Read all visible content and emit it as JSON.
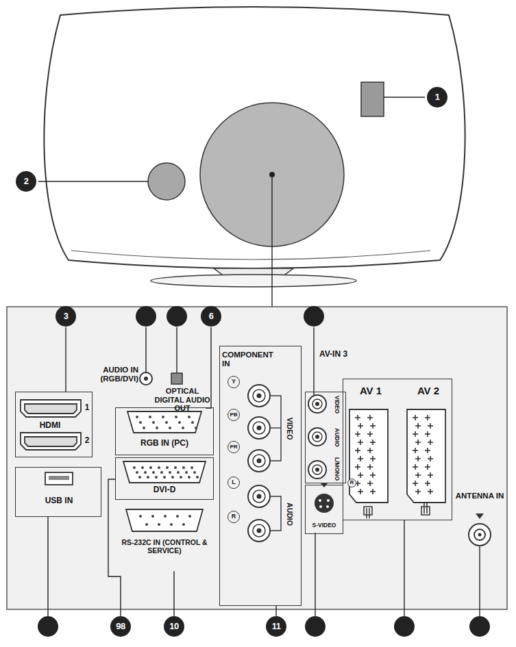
{
  "diagram": {
    "nodes": [
      {
        "text": [
          "HDMI"
        ]
      },
      {
        "text": [
          "USB IN"
        ]
      },
      {
        "text": [
          "RGB IN (PC)"
        ]
      },
      {
        "text": [
          "DVI-D"
        ]
      },
      {
        "text": [
          "COMPONENT IN",
          "Y",
          "PB",
          "PR",
          "L",
          "R",
          "VIDEO",
          "AUDIO"
        ]
      },
      {
        "text": [
          "AV-IN 3",
          "VIDEO",
          "AUDIO",
          "L/MONO"
        ]
      },
      {
        "text": [
          "S-VIDEO"
        ]
      },
      {
        "text": [
          "AV 1",
          "AV 2"
        ]
      }
    ],
    "labels": [
      "1",
      "2",
      "3",
      "6",
      "98",
      "10",
      "11",
      "AUDIO IN (RGB/DVI)",
      "OPTICAL DIGITAL AUDIO OUT",
      "1",
      "2",
      "RS-232C IN (CONTROL & SERVICE)",
      "R",
      "ANTENNA IN"
    ]
  }
}
